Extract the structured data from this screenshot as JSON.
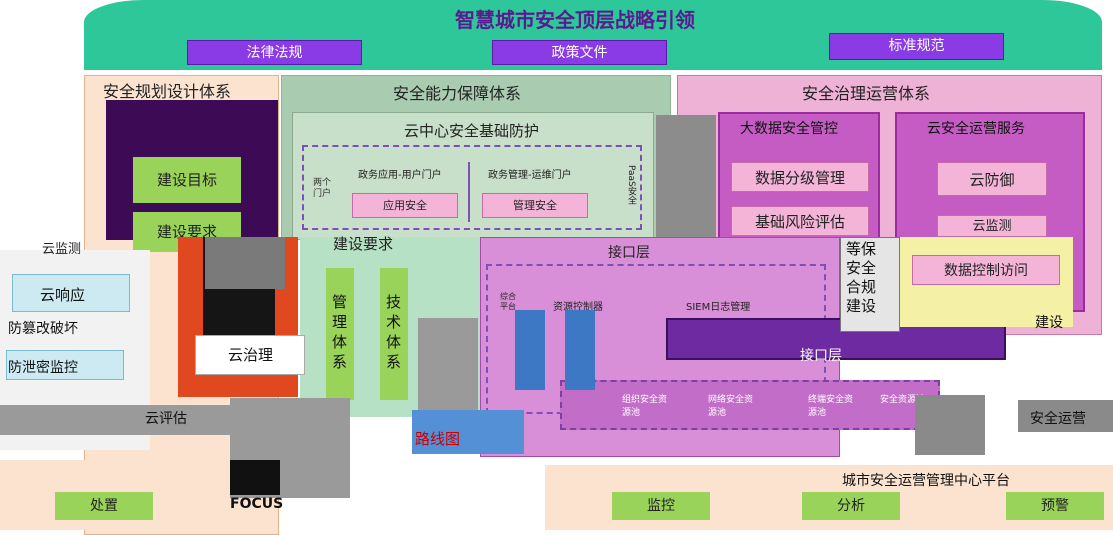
{
  "header": {
    "title": "智慧城市安全顶层战略引领",
    "tabs": [
      "法律法规",
      "政策文件",
      "标准规范"
    ]
  },
  "sections": {
    "planning": {
      "title": "安全规划设计体系",
      "items": [
        "建设目标",
        "建设要求"
      ]
    },
    "capability": {
      "title": "安全能力保障体系",
      "cloud_center": "云中心安全基础防护",
      "portals": [
        "政务应用-用户门户",
        "政务管理-运维门户"
      ],
      "two_portals": "两个门户",
      "security": [
        "应用安全",
        "管理安全"
      ],
      "side_label": "PaaS安全",
      "pillars": [
        "管理体系",
        "技术体系"
      ]
    },
    "governance": {
      "title": "安全治理运营体系",
      "bigdata": {
        "title": "大数据安全管控",
        "items": [
          "数据分级管理",
          "基础风险评估"
        ]
      },
      "cloud_ops": {
        "title": "云安全运营服务",
        "items": [
          "云防御",
          "云监测"
        ]
      }
    }
  },
  "middle": {
    "interface_layer": "接口层",
    "interface_layer_2": "接口层",
    "boxes": [
      "综合平台",
      "资源控制器",
      "SIEM日志管理"
    ],
    "compliance": "等保安全合规建设",
    "data_access": "数据控制访问",
    "bottom_labels": [
      "组织安全资源池",
      "网络安全资源池",
      "终端安全资源池",
      "安全资源池"
    ],
    "construction": "建设"
  },
  "left_overlay": {
    "items": [
      "云响应",
      "防篡改破坏",
      "防泄密监控",
      "云评估"
    ],
    "partial": "云监测"
  },
  "center_overlay": {
    "cloud_gov": "云治理",
    "roadmap": "路线图",
    "focus": "FOCUS"
  },
  "right_overlay": {
    "ops": "安全运营"
  },
  "bottom": {
    "platform": "城市安全运营管理中心平台",
    "actions": [
      "处置",
      "监控",
      "分析",
      "预警"
    ]
  }
}
